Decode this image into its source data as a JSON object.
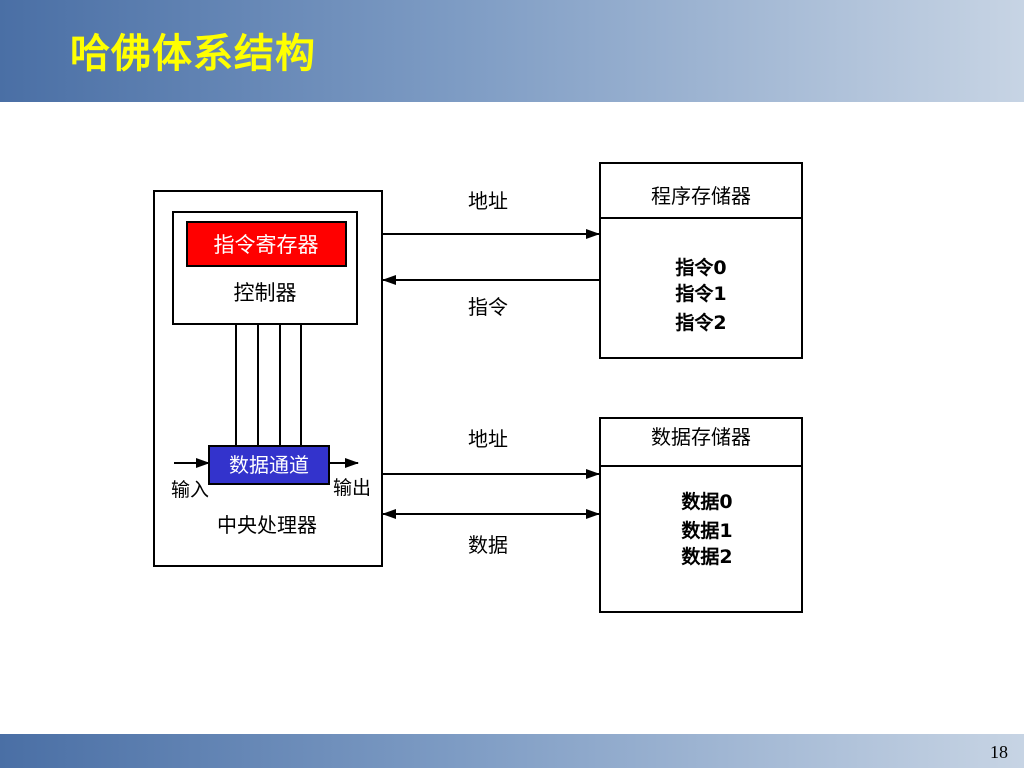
{
  "slide": {
    "title": "哈佛体系结构",
    "page_number": "18"
  },
  "cpu": {
    "label": "中央处理器",
    "controller": {
      "label": "控制器",
      "instruction_register": "指令寄存器"
    },
    "datapath": "数据通道",
    "input": "输入",
    "output": "输出"
  },
  "program_memory": {
    "title": "程序存储器",
    "items": [
      "指令0",
      "指令1",
      "指令2"
    ]
  },
  "data_memory": {
    "title": "数据存储器",
    "items": [
      "数据0",
      "数据1",
      "数据2"
    ]
  },
  "buses": {
    "program_address": "地址",
    "program_instruction": "指令",
    "data_address": "地址",
    "data_data": "数据"
  },
  "colors": {
    "title": "#ffff00",
    "instruction_register_fill": "#ff0000",
    "datapath_fill": "#3333cc"
  }
}
